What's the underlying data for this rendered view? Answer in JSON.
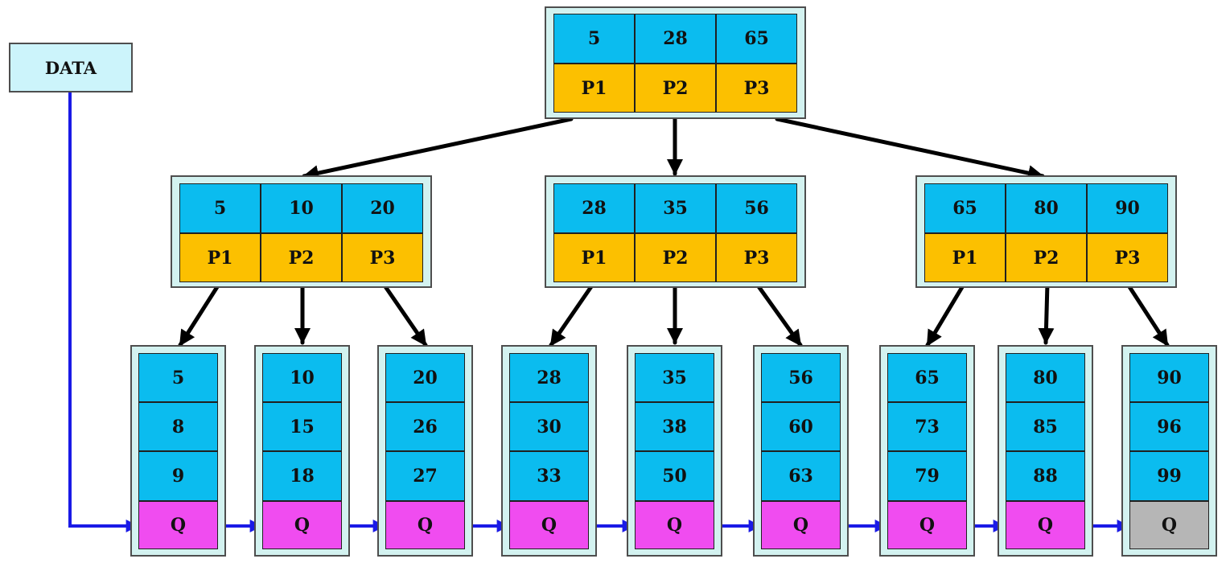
{
  "data_label": "DATA",
  "root": {
    "keys": [
      "5",
      "28",
      "65"
    ],
    "pointers": [
      "P1",
      "P2",
      "P3"
    ]
  },
  "internal_nodes": [
    {
      "keys": [
        "5",
        "10",
        "20"
      ],
      "pointers": [
        "P1",
        "P2",
        "P3"
      ]
    },
    {
      "keys": [
        "28",
        "35",
        "56"
      ],
      "pointers": [
        "P1",
        "P2",
        "P3"
      ]
    },
    {
      "keys": [
        "65",
        "80",
        "90"
      ],
      "pointers": [
        "P1",
        "P2",
        "P3"
      ]
    }
  ],
  "leaves": [
    {
      "keys": [
        "5",
        "8",
        "9"
      ],
      "link": "Q"
    },
    {
      "keys": [
        "10",
        "15",
        "18"
      ],
      "link": "Q"
    },
    {
      "keys": [
        "20",
        "26",
        "27"
      ],
      "link": "Q"
    },
    {
      "keys": [
        "28",
        "30",
        "33"
      ],
      "link": "Q"
    },
    {
      "keys": [
        "35",
        "38",
        "50"
      ],
      "link": "Q"
    },
    {
      "keys": [
        "56",
        "60",
        "63"
      ],
      "link": "Q"
    },
    {
      "keys": [
        "65",
        "73",
        "79"
      ],
      "link": "Q"
    },
    {
      "keys": [
        "80",
        "85",
        "88"
      ],
      "link": "Q"
    },
    {
      "keys": [
        "90",
        "96",
        "99"
      ],
      "link": "Q"
    }
  ],
  "colors": {
    "key": "#0bbcef",
    "pointer": "#fcc000",
    "leaf_link": "#f04cf0",
    "leaf_link_end": "#b6b6b6",
    "frame": "#d3f2f0",
    "tree_arrow": "#000000",
    "leaf_chain_arrow": "#1a1ae6"
  }
}
